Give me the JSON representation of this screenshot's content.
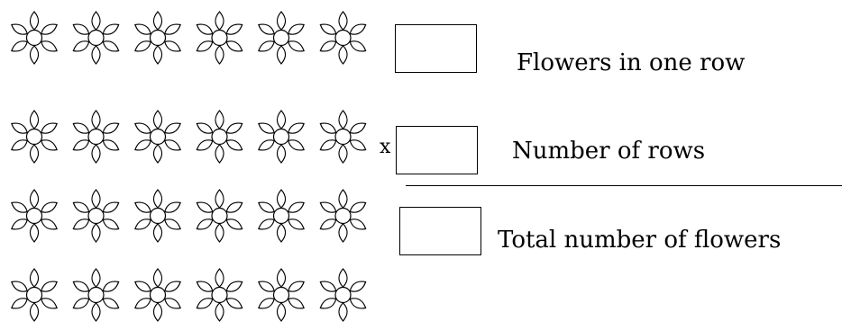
{
  "worksheet": {
    "flower_grid": {
      "rows": 4,
      "flowers_per_row": 6
    },
    "lines": [
      {
        "box_value": "",
        "label": "Flowers in one row"
      },
      {
        "sign": "x",
        "box_value": "",
        "label": "Number of rows"
      },
      {
        "box_value": "",
        "label": "Total number of flowers"
      }
    ]
  }
}
